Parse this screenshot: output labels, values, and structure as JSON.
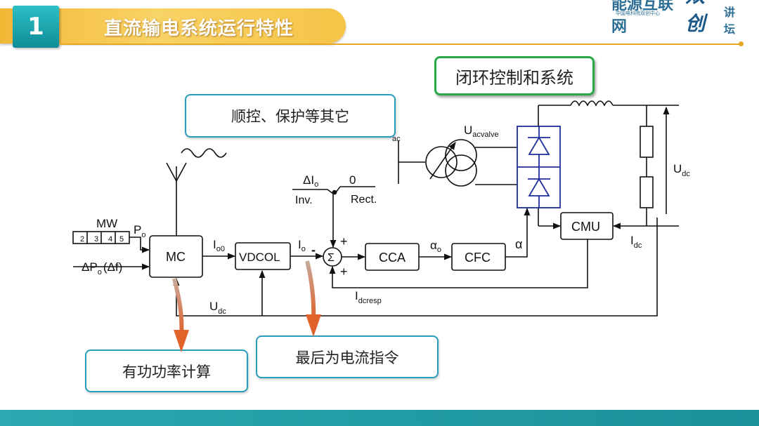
{
  "header": {
    "number": "1",
    "title": "直流输电系统运行特性",
    "accent_color": "#f5c447",
    "number_color": "#1fa5ae"
  },
  "brand": {
    "top": "中国电科院双创中心",
    "name_a": "能源互联网",
    "name_b": "双创",
    "name_c": "讲坛"
  },
  "callouts": {
    "closed_loop": "闭环控制和系统",
    "sequence": "顺控、保护等其它",
    "active_power": "有功功率计算",
    "current_order": "最后为电流指令"
  },
  "diagram": {
    "mw_label": "MW",
    "mw_cells": [
      "2",
      "3",
      "4",
      "5"
    ],
    "po": "P",
    "po_sub": "o",
    "dpo": "ΔP",
    "dpo_sub": "o",
    "dpo_tail": "(Δf)",
    "mc": "MC",
    "io0": "I",
    "io0_sub": "o0",
    "vdcol": "VDCOL",
    "io": "I",
    "io_sub": "o",
    "minus": "-",
    "sum": "Σ",
    "plus_top": "+",
    "plus_bottom": "+",
    "cca": "CCA",
    "alpha_o": "α",
    "alpha_o_sub": "o",
    "cfc": "CFC",
    "alpha": "α",
    "cmu": "CMU",
    "udc_bottom": "U",
    "udc_bottom_sub": "dc",
    "idcresp": "I",
    "idcresp_sub": "dcresp",
    "dio": "ΔI",
    "dio_sub": "o",
    "inv": "Inv.",
    "zero": "0",
    "rect": "Rect.",
    "ac": "ac",
    "uacvalve": "U",
    "uacvalve_sub": "acvalve",
    "udc_right": "U",
    "udc_right_sub": "dc",
    "idc": "I",
    "idc_sub": "dc"
  }
}
